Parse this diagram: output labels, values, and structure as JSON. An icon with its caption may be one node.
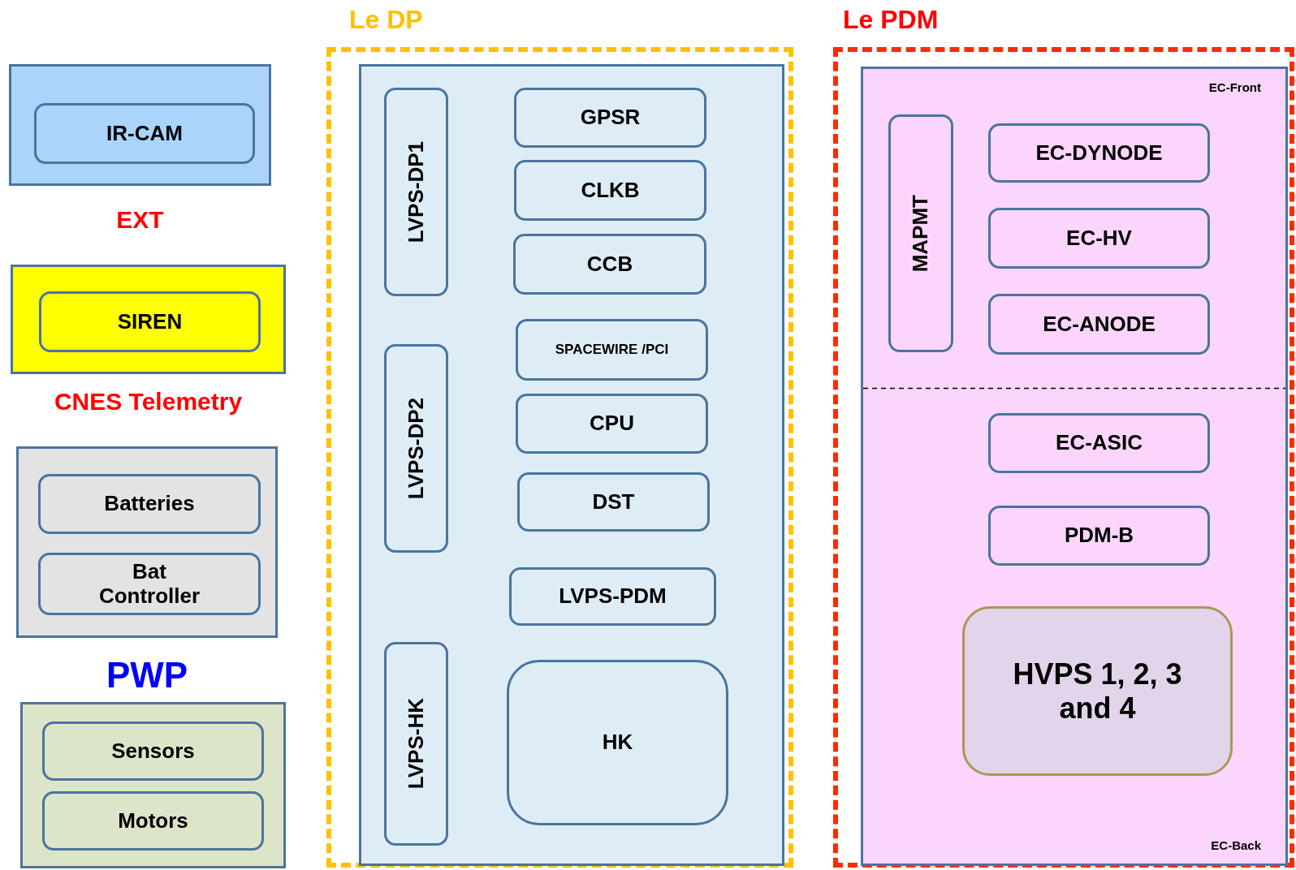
{
  "diagram": {
    "nodes": [
      {
        "text": [
          "EXT"
        ]
      },
      {
        "text": [
          "IR-CAM"
        ],
        "in": 0
      },
      {
        "text": [
          "CNES Telemetry"
        ]
      },
      {
        "text": [
          "SIREN"
        ],
        "in": 2
      },
      {
        "text": [
          "PWP"
        ]
      },
      {
        "text": [
          "Batteries"
        ],
        "in": 4
      },
      {
        "text": [
          "Bat Controller"
        ],
        "in": 4
      },
      {
        "text": [],
        "shape": "box"
      },
      {
        "text": [
          "Sensors"
        ],
        "in": 7
      },
      {
        "text": [
          "Motors"
        ],
        "in": 7
      },
      {
        "text": [
          "Le DP"
        ]
      },
      {
        "text": [],
        "shape": "box",
        "in": 10
      },
      {
        "text": [
          "LVPS-DP1"
        ],
        "in": 11
      },
      {
        "text": [
          "GPSR"
        ],
        "in": 11
      },
      {
        "text": [
          "CLKB"
        ],
        "in": 11
      },
      {
        "text": [
          "CCB"
        ],
        "in": 11
      },
      {
        "text": [
          "LVPS-DP2"
        ],
        "in": 11
      },
      {
        "text": [
          "SPACEWIRE /PCI"
        ],
        "in": 11
      },
      {
        "text": [
          "CPU"
        ],
        "in": 11
      },
      {
        "text": [
          "DST"
        ],
        "in": 11
      },
      {
        "text": [
          "LVPS-PDM"
        ],
        "in": 11
      },
      {
        "text": [
          "LVPS-HK"
        ],
        "in": 11
      },
      {
        "text": [
          "HK"
        ],
        "in": 11
      },
      {
        "text": [
          "Le PDM"
        ]
      },
      {
        "text": [
          "EC-Front",
          "EC-Back"
        ],
        "in": 23
      },
      {
        "text": [
          "MAPMT"
        ],
        "in": 24
      },
      {
        "text": [
          "EC-DYNODE"
        ],
        "in": 24
      },
      {
        "text": [
          "EC-HV"
        ],
        "in": 24
      },
      {
        "text": [
          "EC-ANODE"
        ],
        "in": 24
      },
      {
        "text": [
          "EC-ASIC"
        ],
        "in": 24
      },
      {
        "text": [
          "PDM-B"
        ],
        "in": 24
      },
      {
        "text": [
          "HVPS 1, 2, 3 and 4"
        ],
        "in": 24
      }
    ]
  }
}
